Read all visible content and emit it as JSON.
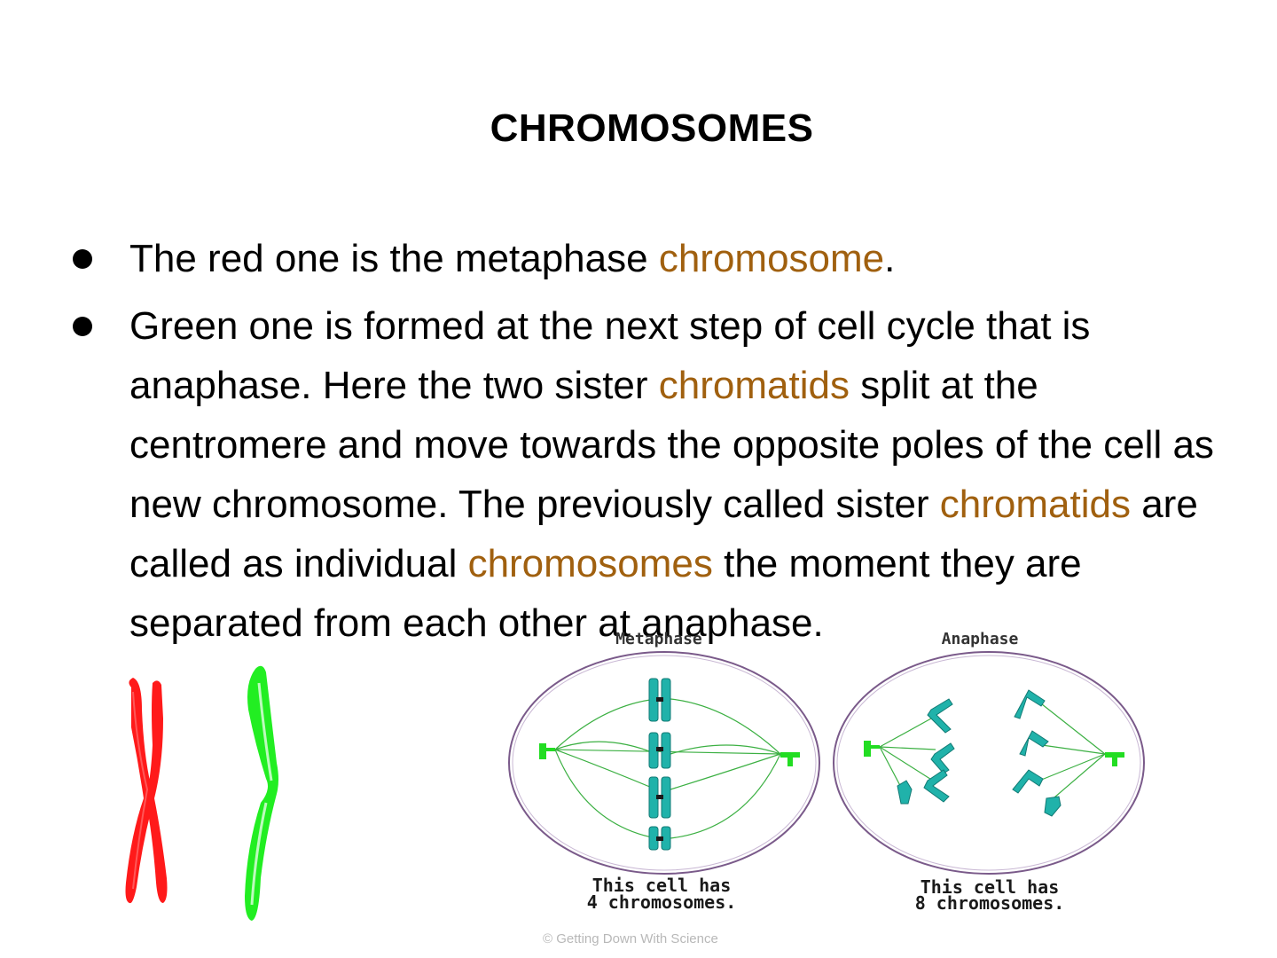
{
  "title": "CHROMOSOMES",
  "bullets": [
    {
      "segments": [
        {
          "text": "The red one is the metaphase ",
          "hl": false
        },
        {
          "text": "chromosome",
          "hl": true
        },
        {
          "text": ".",
          "hl": false
        }
      ]
    },
    {
      "segments": [
        {
          "text": "Green one is formed at the next step of cell cycle that is anaphase. Here the two sister ",
          "hl": false
        },
        {
          "text": "chromatids",
          "hl": true
        },
        {
          "text": " split at the centromere and move towards the opposite poles of the cell as new chromosome. The previously called sister ",
          "hl": false
        },
        {
          "text": "chromatids",
          "hl": true
        },
        {
          "text": " are called as individual ",
          "hl": false
        },
        {
          "text": "chromosomes",
          "hl": true
        },
        {
          "text": " the moment they are separated from each other at anaphase.",
          "hl": false
        }
      ]
    }
  ],
  "figure": {
    "metaphase_title": "Metaphase",
    "anaphase_title": "Anaphase",
    "metaphase_caption_line1": "This cell has",
    "metaphase_caption_line2": "4 chromosomes.",
    "anaphase_caption_line1": "This cell has",
    "anaphase_caption_line2": "8 chromosomes."
  },
  "copyright": "© Getting Down With Science",
  "colors": {
    "highlight": "#a0600f",
    "red_chromosome": "#ff1a1a",
    "green_chromosome": "#22ee22",
    "cell_chromosome": "#20b2aa",
    "spindle": "#3cb043",
    "cell_outline": "#7a5a8a"
  }
}
